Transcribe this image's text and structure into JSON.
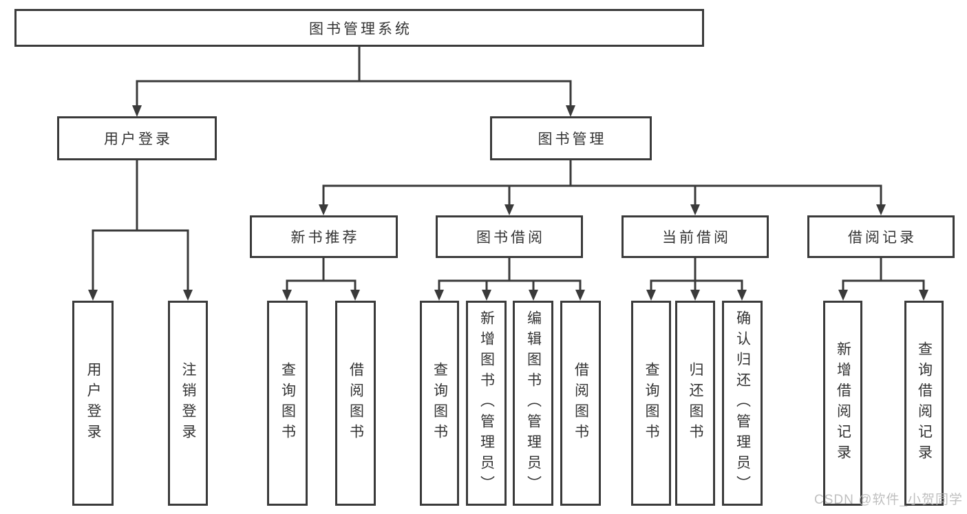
{
  "diagram_type": "hierarchy-functional-structure",
  "tree": {
    "root": {
      "label": "图书管理系统"
    },
    "children": [
      {
        "label": "用户登录",
        "children": [
          {
            "label": "用户登录"
          },
          {
            "label": "注销登录"
          }
        ]
      },
      {
        "label": "图书管理",
        "children": [
          {
            "label": "新书推荐",
            "children": [
              {
                "label": "查询图书"
              },
              {
                "label": "借阅图书"
              }
            ]
          },
          {
            "label": "图书借阅",
            "children": [
              {
                "label": "查询图书"
              },
              {
                "label": "新增图书（管理员）"
              },
              {
                "label": "编辑图书（管理员）"
              },
              {
                "label": "借阅图书"
              }
            ]
          },
          {
            "label": "当前借阅",
            "children": [
              {
                "label": "查询图书"
              },
              {
                "label": "归还图书"
              },
              {
                "label": "确认归还（管理员）"
              }
            ]
          },
          {
            "label": "借阅记录",
            "children": [
              {
                "label": "新增借阅记录"
              },
              {
                "label": "查询借阅记录"
              }
            ]
          }
        ]
      }
    ]
  },
  "watermark": "CSDN @软件_小贺同学",
  "colors": {
    "line": "#3a3a3a",
    "text": "#333333",
    "watermark": "#b5b5b5",
    "background": "#ffffff"
  }
}
